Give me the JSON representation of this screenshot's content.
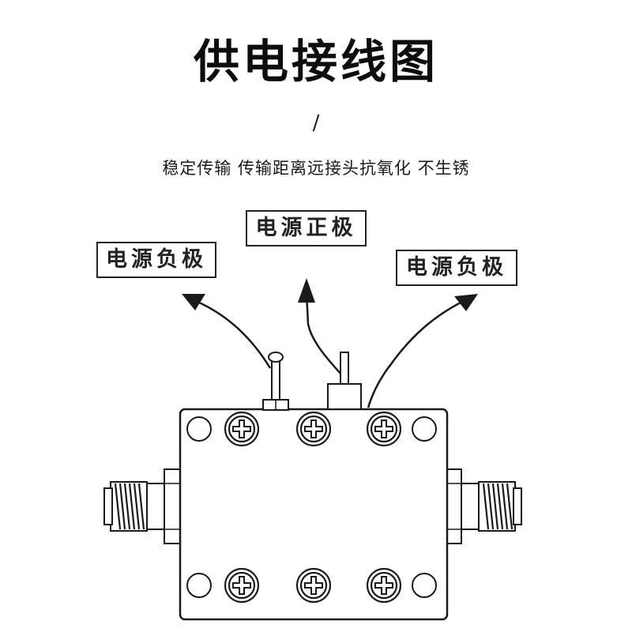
{
  "title": "供电接线图",
  "separator": "/",
  "subtitle": "稳定传输 传输距离远接头抗氧化 不生锈",
  "labels": {
    "negative_left": "电源负极",
    "positive": "电源正极",
    "negative_right": "电源负极"
  },
  "colors": {
    "line": "#1a1a1a",
    "background": "#ffffff"
  }
}
